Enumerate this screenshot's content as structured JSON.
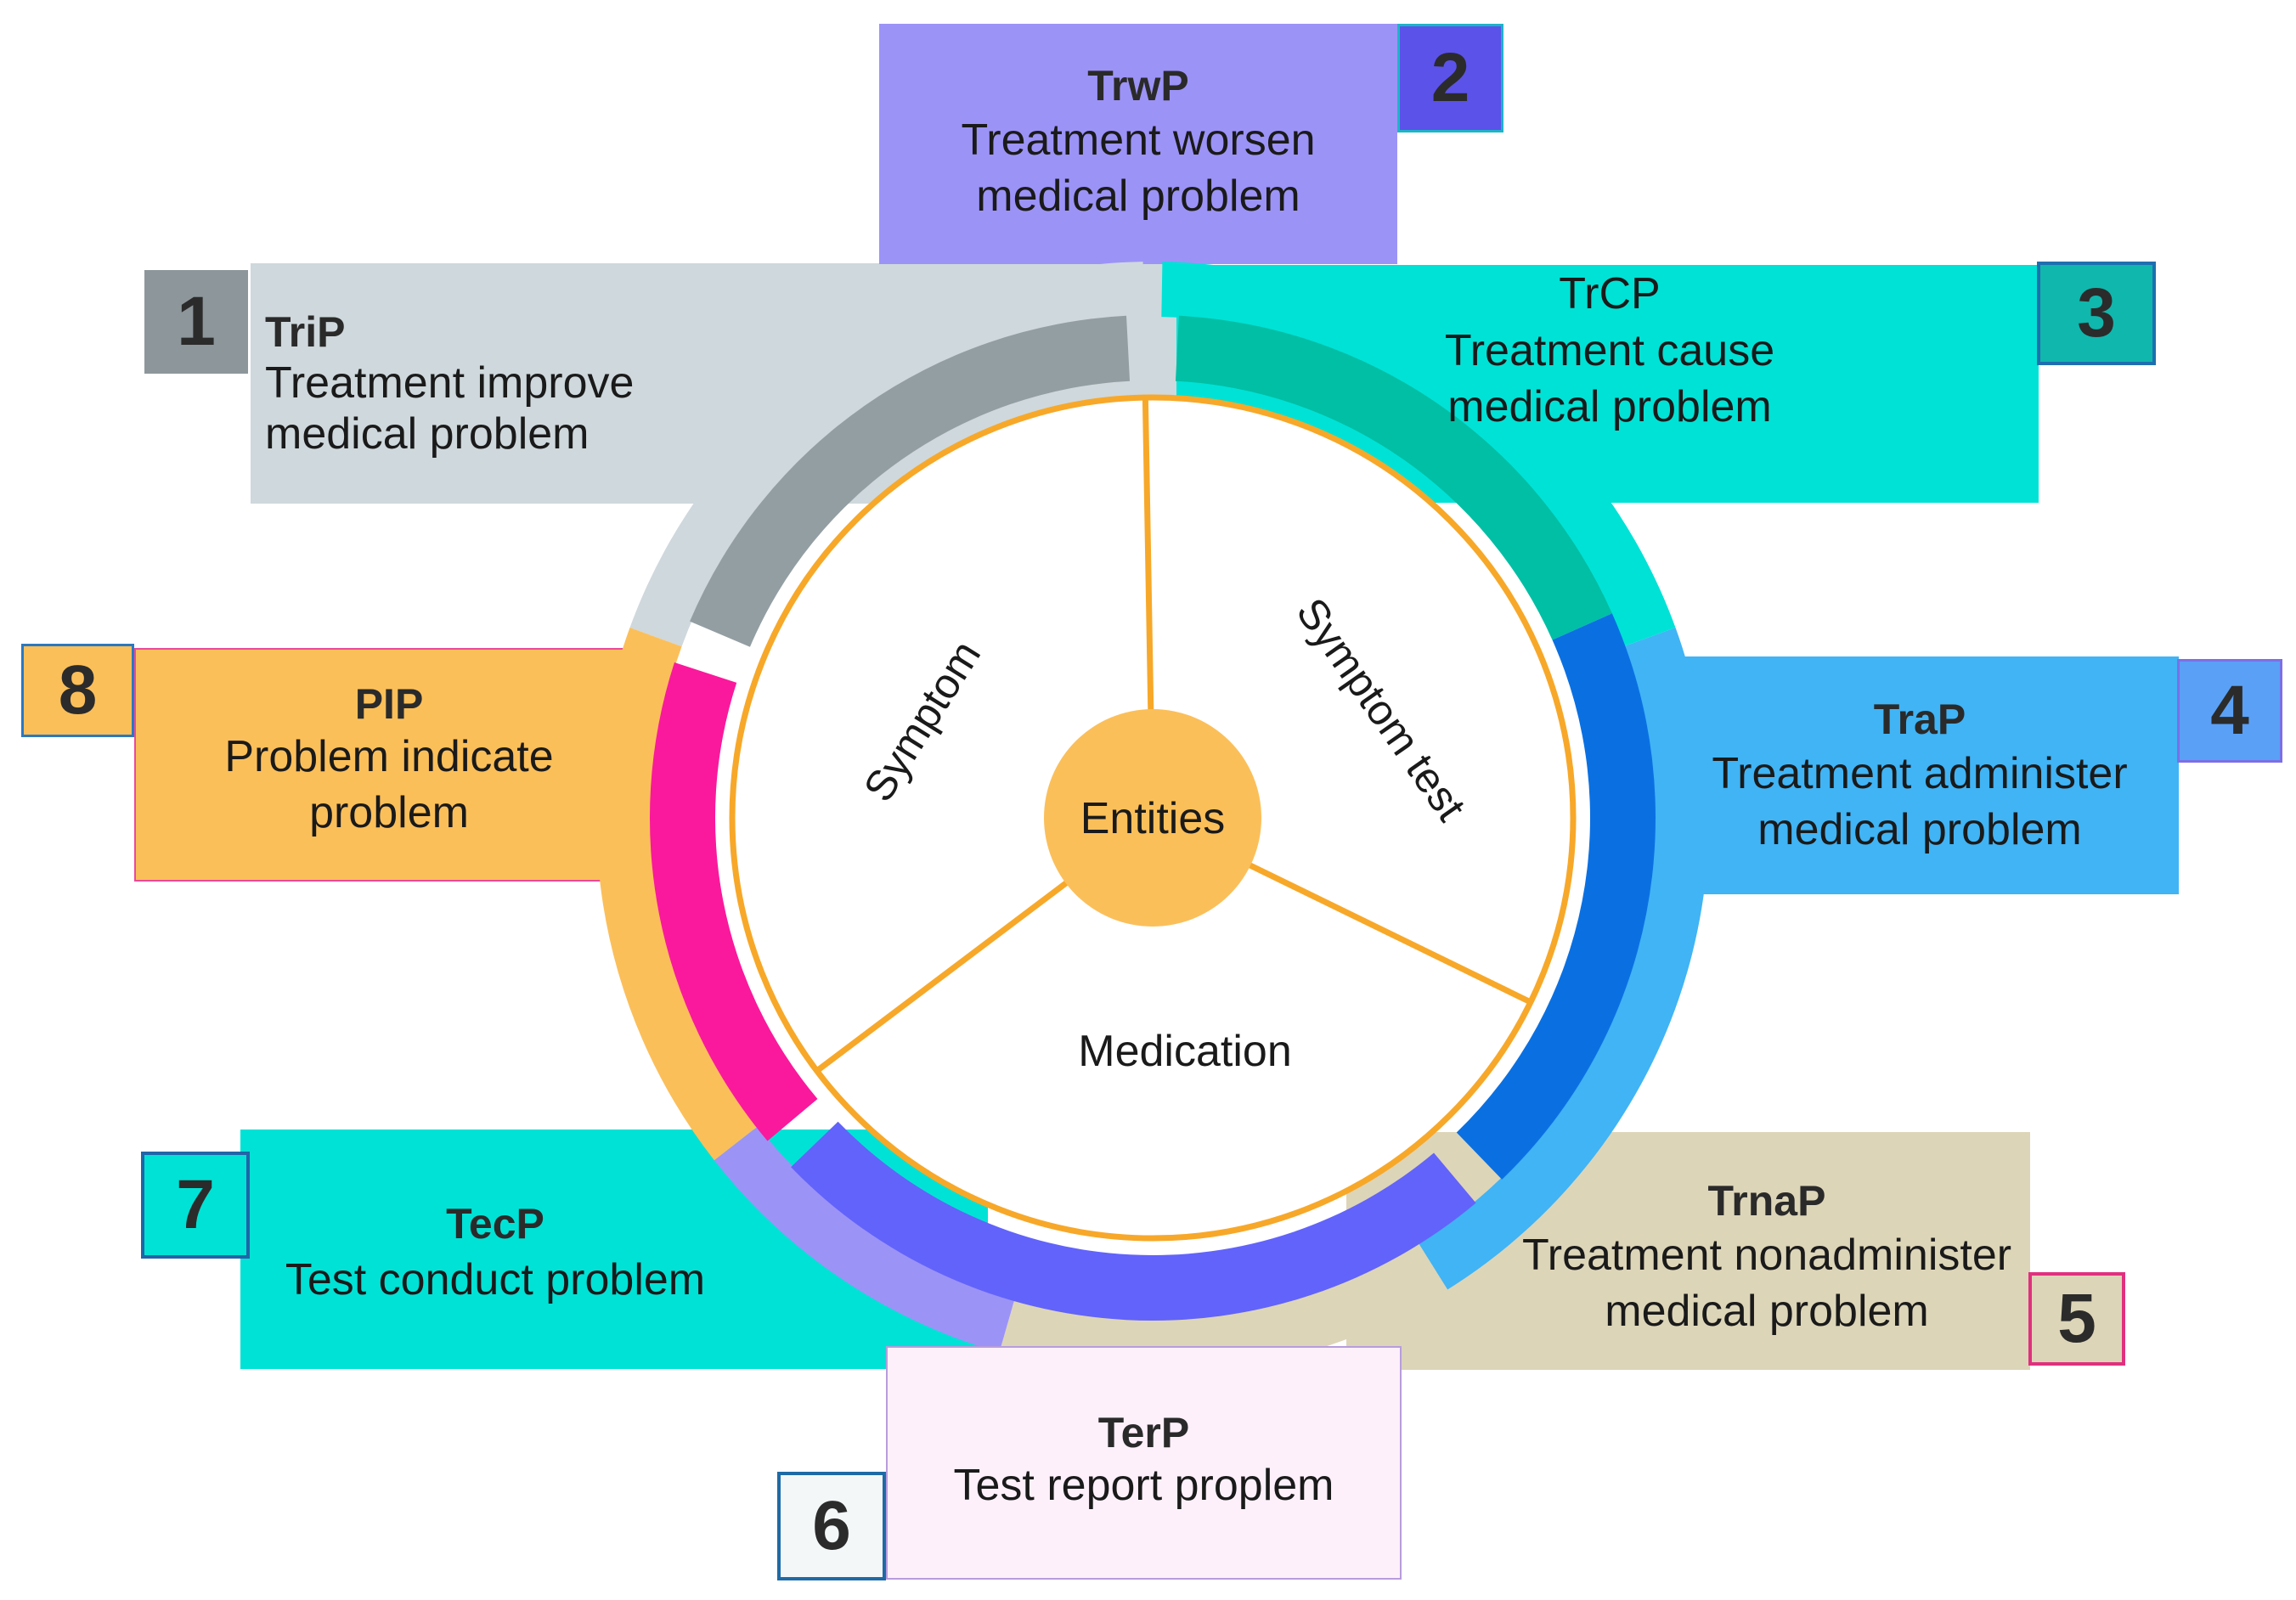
{
  "center": {
    "label": "Entities"
  },
  "sectors": [
    {
      "label": "Symptom"
    },
    {
      "label": "Symptom test"
    },
    {
      "label": "Medication"
    }
  ],
  "relations": [
    {
      "number": "1",
      "code": "TriP",
      "description_line1": "Treatment improve",
      "description_line2": "medical problem",
      "color": "#cfd8dc",
      "ring_color": "#939ea3",
      "badge_color": "#8d969b"
    },
    {
      "number": "2",
      "code": "TrwP",
      "description_line1": "Treatment worsen",
      "description_line2": "medical problem",
      "color": "#9c93f7",
      "ring_color": "#9c93f7",
      "badge_color": "#5b52ea"
    },
    {
      "number": "3",
      "code": "TrCP",
      "description_line1": "Treatment cause",
      "description_line2": "medical problem",
      "color": "#00e2d6",
      "ring_color": "#00bfa5",
      "badge_color": "#10b7ad"
    },
    {
      "number": "4",
      "code": "TraP",
      "description_line1": "Treatment administer",
      "description_line2": "medical problem",
      "color": "#40b4f5",
      "ring_color": "#0a70e2",
      "badge_color": "#5aa0f6"
    },
    {
      "number": "5",
      "code": "TrnaP",
      "description_line1": "Treatment nonadminister",
      "description_line2": "medical problem",
      "color": "#ddd5b8",
      "ring_color": "#ddd5b8",
      "badge_color": "#ddd5b8"
    },
    {
      "number": "6",
      "code": "TerP",
      "description_line1": "Test report proplem",
      "description_line2": "",
      "color": "#fdf0fa",
      "ring_color": "#6263fa",
      "badge_color": "#f3f7f8"
    },
    {
      "number": "7",
      "code": "TecP",
      "description_line1": "Test conduct problem",
      "description_line2": "",
      "color": "#00e2d6",
      "ring_color": "#00e2d6",
      "badge_color": "#00e2d6"
    },
    {
      "number": "8",
      "code": "PIP",
      "description_line1": "Problem indicate",
      "description_line2": "problem",
      "color": "#fbbf5a",
      "ring_color": "#fa199c",
      "badge_color": "#fbbf5a"
    }
  ]
}
